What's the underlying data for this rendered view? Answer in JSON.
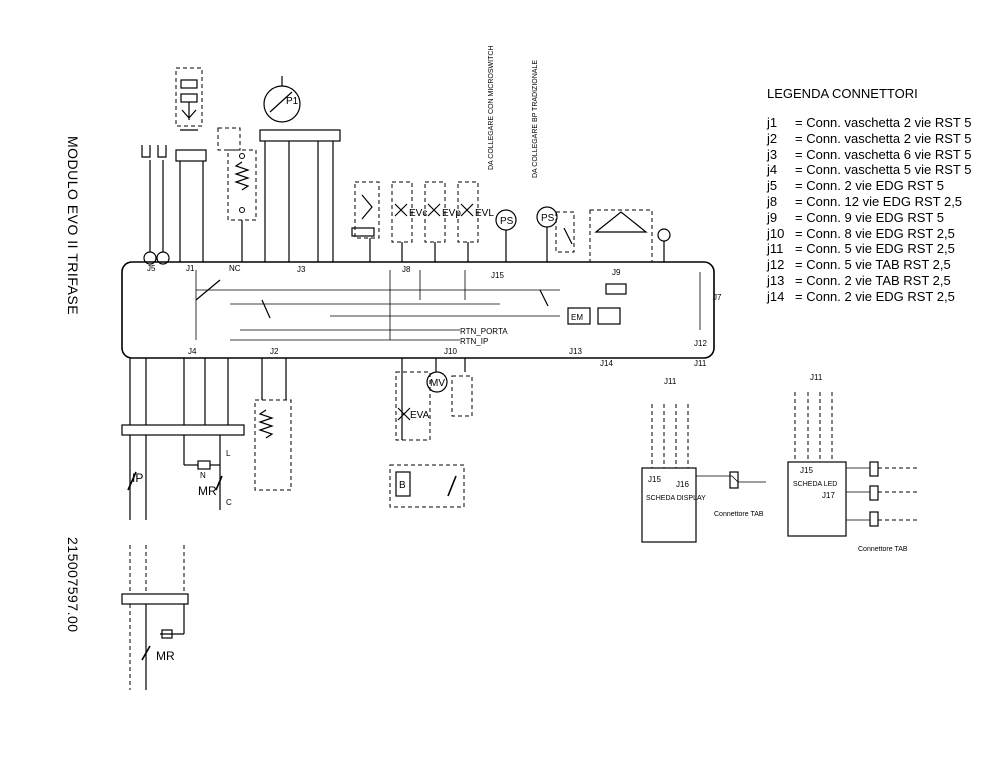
{
  "title": "MODULO  EVO II TRIFASE",
  "drawing_code": "215007597.00",
  "legend": {
    "title": "LEGENDA CONNETTORI",
    "items": [
      {
        "code": "j1",
        "text": "= Conn. vaschetta 2 vie RST 5"
      },
      {
        "code": "j2",
        "text": "= Conn. vaschetta 2 vie RST 5"
      },
      {
        "code": "j3",
        "text": "= Conn. vaschetta 6 vie RST 5"
      },
      {
        "code": "j4",
        "text": "= Conn. vaschetta 5 vie RST 5"
      },
      {
        "code": "j5",
        "text": "= Conn. 2 vie EDG RST 5"
      },
      {
        "code": "j8",
        "text": "= Conn. 12 vie EDG RST 2,5"
      },
      {
        "code": "j9",
        "text": "= Conn. 9 vie EDG RST 5"
      },
      {
        "code": "j10",
        "text": "= Conn. 8 vie EDG RST 2,5"
      },
      {
        "code": "j11",
        "text": "= Conn. 5 vie EDG RST 2,5"
      },
      {
        "code": "j12",
        "text": "= Conn. 5 vie TAB RST 2,5"
      },
      {
        "code": "j13",
        "text": "= Conn. 2 vie TAB RST 2,5"
      },
      {
        "code": "j14",
        "text": "= Conn. 2 vie EDG RST 2,5"
      }
    ]
  },
  "connectors": {
    "j1": "J1",
    "j2": "J2",
    "j3": "J3",
    "j4": "J4",
    "j5": "J5",
    "j7": "J7",
    "j8": "J8",
    "j9": "J9",
    "j10": "J10",
    "j11": "J11",
    "j12": "J12",
    "j13": "J13",
    "j14": "J14",
    "j15": "J15",
    "j16": "J16",
    "j17": "J17"
  },
  "components": {
    "p1": "P1",
    "ip": "IP",
    "mr": "MR",
    "ev_c": "EVc",
    "ev_p": "EVp",
    "ev_l": "EVL",
    "ev_a": "EVA",
    "ps": "PS",
    "mv": "MV",
    "em": "EM",
    "b": "B",
    "nc": "NC",
    "l": "L",
    "n": "N",
    "c": "C"
  },
  "labels": {
    "rtn_porta": "RTN_PORTA",
    "rtn_ip": "RTN_IP",
    "da_collegare_microswitch": "DA COLLEGARE CON MICROSWITCH",
    "da_collegare_bp": "DA COLLEGARE BP TRADIZIONALE",
    "scheda_display": "SCHEDA DISPLAY",
    "scheda_led": "SCHEDA LED",
    "connettore_tab": "Connettore TAB",
    "connettore_tab_2": "Connettore TAB"
  }
}
